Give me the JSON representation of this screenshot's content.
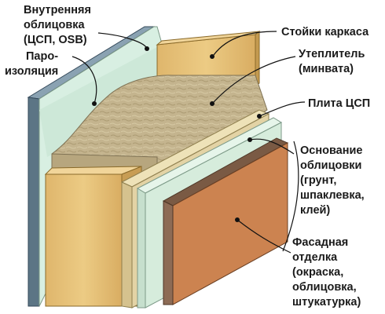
{
  "labels": {
    "inner_cladding": [
      "Внутренняя",
      "облицовка",
      "(ЦСП, OSB)"
    ],
    "vapor_barrier": [
      "Паро-",
      "изоляция"
    ],
    "frame_studs": [
      "Стойки каркаса"
    ],
    "insulation": [
      "Утеплитель",
      "(минвата)"
    ],
    "csp_board": [
      "Плита ЦСП"
    ],
    "cladding_base": [
      "Основание",
      "облицовки",
      "(грунт,",
      "шпаклевка,",
      "клей)"
    ],
    "facade_finish": [
      "Фасадная",
      "отделка",
      "(окраска,",
      "облицовка,",
      "штукатурка)"
    ]
  },
  "colors": {
    "inner_cladding": "#5f7888",
    "vapor_barrier": "#d8efe2",
    "wood": "#e8c27a",
    "insulation": "#bfb08c",
    "csp_board": "#e3d3a5",
    "cladding_base": "#d6ecdc",
    "facade_finish": "#cc8350"
  }
}
